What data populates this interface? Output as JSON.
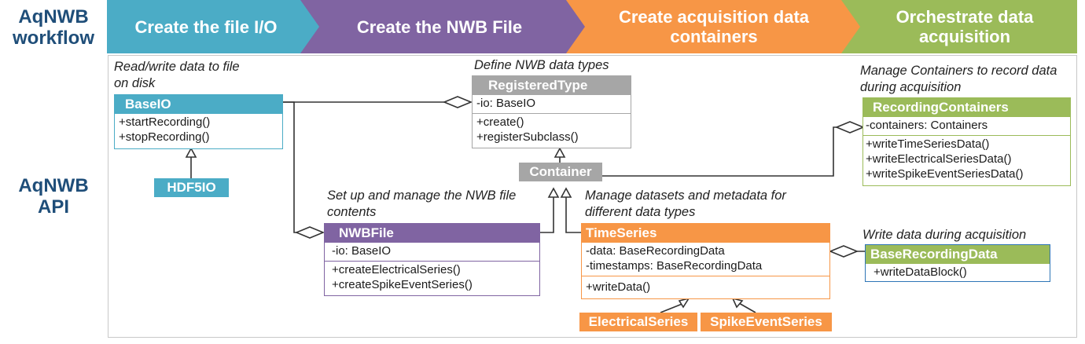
{
  "left_labels": {
    "workflow": "AqNWB workflow",
    "api": "AqNWB API"
  },
  "workflow_steps": [
    {
      "label": "Create the file I/O",
      "color": "#4bacc6"
    },
    {
      "label": "Create the NWB File",
      "color": "#8064a2"
    },
    {
      "label": "Create acquisition data containers",
      "color": "#f79646"
    },
    {
      "label": "Orchestrate data acquisition",
      "color": "#9bbb59"
    }
  ],
  "annotations": {
    "baseio": "Read/write data to file on disk",
    "registeredtype": "Define NWB data types",
    "recordingcontainers": "Manage Containers to record data during acquisition",
    "nwbfile": "Set up and manage the NWB file contents",
    "timeseries": "Manage datasets and metadata for different data types",
    "baserecordingdata": "Write data during acquisition"
  },
  "classes": {
    "baseio": {
      "name": "BaseIO",
      "color": "#4bacc6",
      "methods": [
        "+startRecording()",
        "+stopRecording()"
      ]
    },
    "registeredtype": {
      "name": "RegisteredType",
      "color": "#a6a6a6",
      "attributes": [
        "-io: BaseIO"
      ],
      "methods": [
        "+create()",
        "+registerSubclass()"
      ]
    },
    "recordingcontainers": {
      "name": "RecordingContainers",
      "color": "#9bbb59",
      "attributes": [
        "-containers: Containers"
      ],
      "methods": [
        "+writeTimeSeriesData()",
        "+writeElectricalSeriesData()",
        "+writeSpikeEventSeriesData()"
      ]
    },
    "nwbfile": {
      "name": "NWBFile",
      "color": "#8064a2",
      "attributes": [
        "-io: BaseIO"
      ],
      "methods": [
        "+createElectricalSeries()",
        "+createSpikeEventSeries()"
      ]
    },
    "timeseries": {
      "name": "TimeSeries",
      "color": "#f79646",
      "attributes": [
        "-data: BaseRecordingData",
        "-timestamps: BaseRecordingData"
      ],
      "methods": [
        "+writeData()"
      ]
    },
    "baserecordingdata": {
      "name": "BaseRecordingData",
      "color": "#9bbb59",
      "methods": [
        "+writeDataBlock()"
      ]
    }
  },
  "tags": {
    "hdf5io": {
      "name": "HDF5IO",
      "color": "#4bacc6"
    },
    "container": {
      "name": "Container",
      "color": "#a6a6a6"
    },
    "electricalseries": {
      "name": "ElectricalSeries",
      "color": "#f79646"
    },
    "spikeeventseries": {
      "name": "SpikeEventSeries",
      "color": "#f79646"
    }
  }
}
